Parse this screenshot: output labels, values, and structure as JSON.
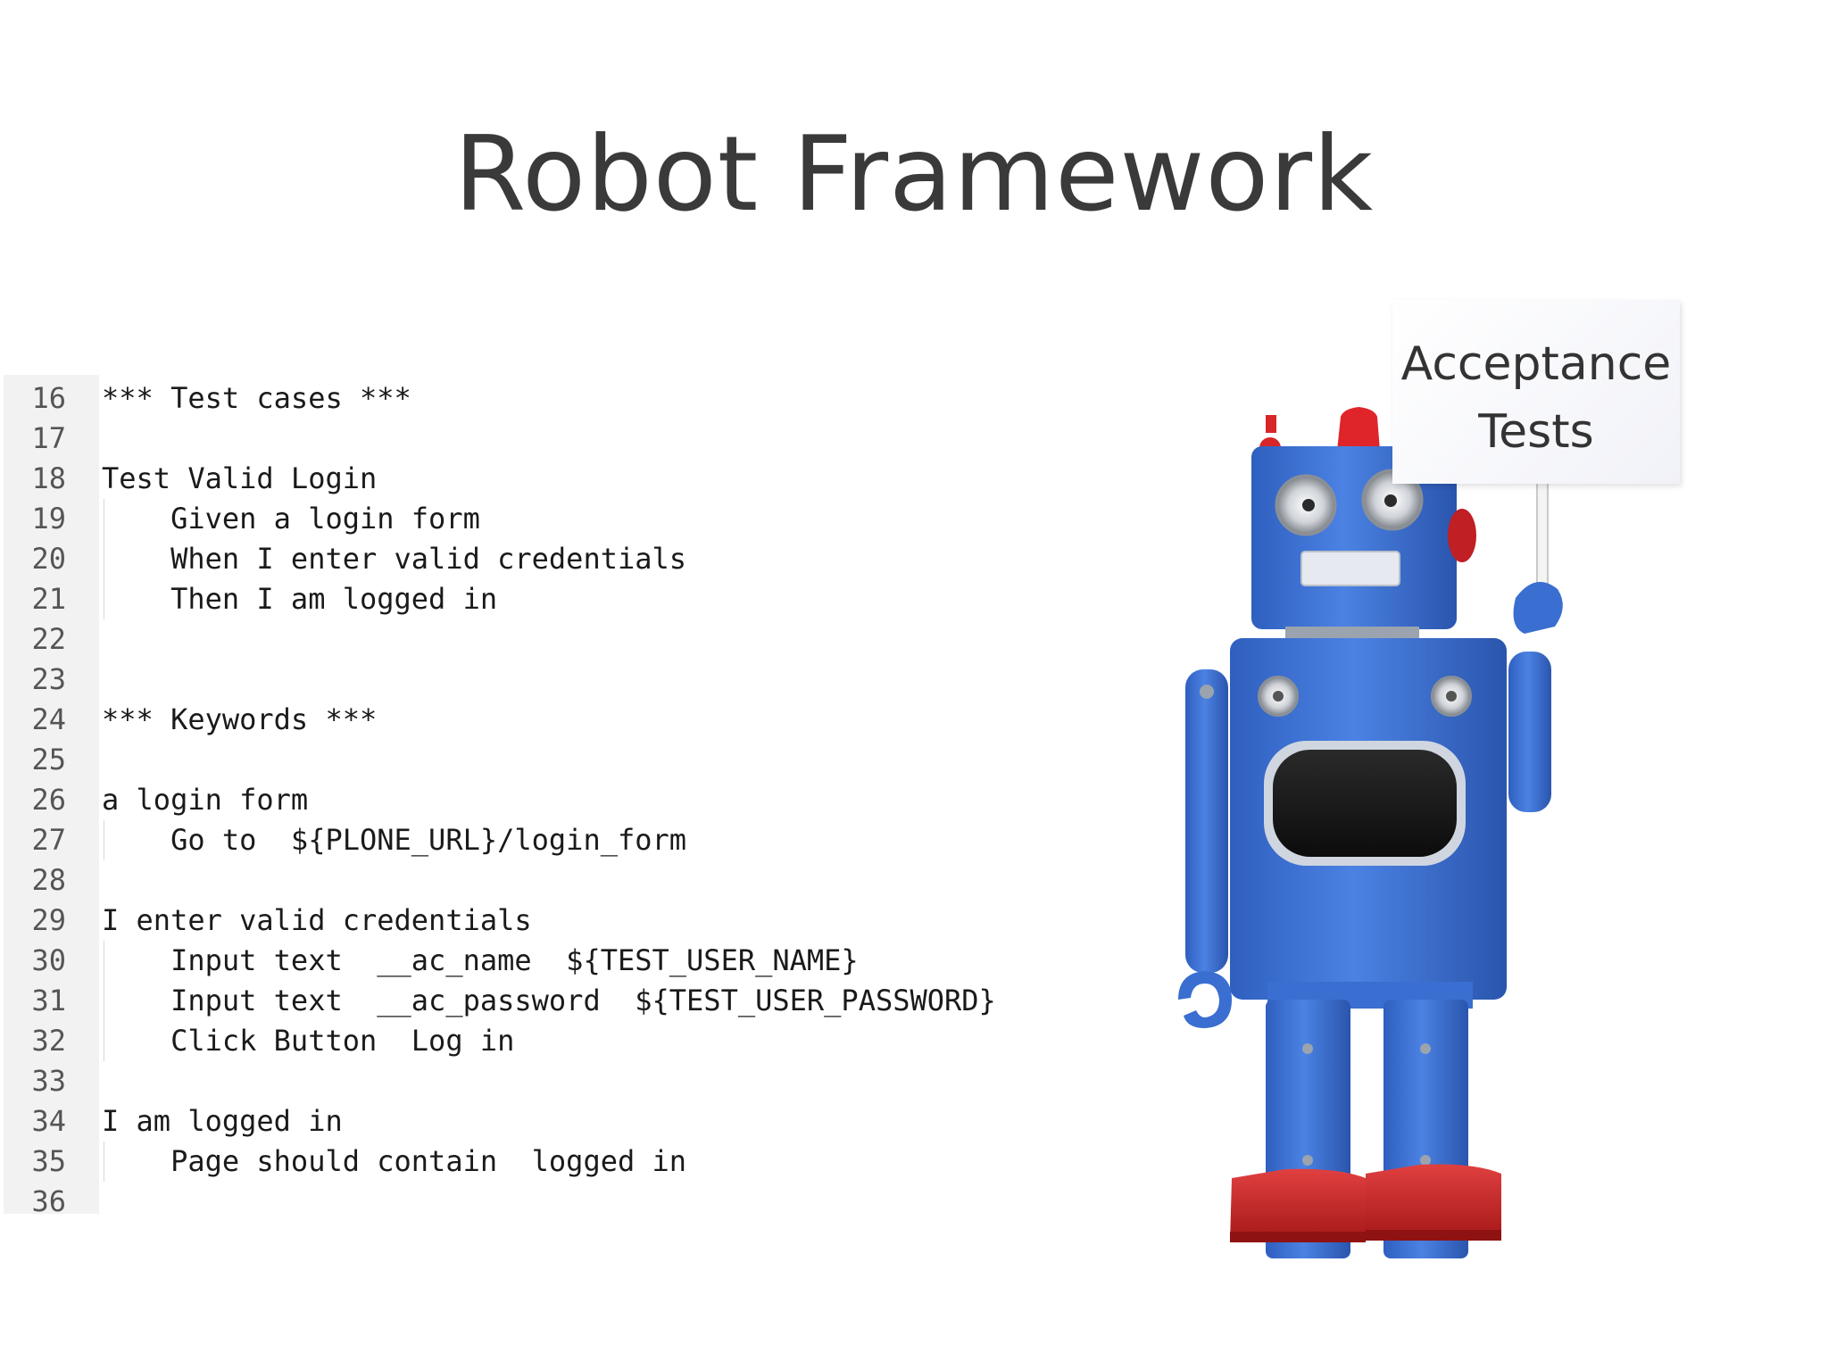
{
  "slide": {
    "title": "Robot Framework",
    "sign": {
      "line1": "Acceptance",
      "line2": "Tests"
    }
  },
  "code": {
    "lines": [
      {
        "n": "16",
        "text": "*** Test cases ***"
      },
      {
        "n": "17",
        "text": ""
      },
      {
        "n": "18",
        "text": "Test Valid Login"
      },
      {
        "n": "19",
        "text": "    Given a login form"
      },
      {
        "n": "20",
        "text": "    When I enter valid credentials"
      },
      {
        "n": "21",
        "text": "    Then I am logged in"
      },
      {
        "n": "22",
        "text": ""
      },
      {
        "n": "23",
        "text": ""
      },
      {
        "n": "24",
        "text": "*** Keywords ***"
      },
      {
        "n": "25",
        "text": ""
      },
      {
        "n": "26",
        "text": "a login form"
      },
      {
        "n": "27",
        "text": "    Go to  ${PLONE_URL}/login_form"
      },
      {
        "n": "28",
        "text": ""
      },
      {
        "n": "29",
        "text": "I enter valid credentials"
      },
      {
        "n": "30",
        "text": "    Input text  __ac_name  ${TEST_USER_NAME}"
      },
      {
        "n": "31",
        "text": "    Input text  __ac_password  ${TEST_USER_PASSWORD}"
      },
      {
        "n": "32",
        "text": "    Click Button  Log in"
      },
      {
        "n": "33",
        "text": ""
      },
      {
        "n": "34",
        "text": "I am logged in"
      },
      {
        "n": "35",
        "text": "    Page should contain  logged in"
      },
      {
        "n": "36",
        "text": ""
      }
    ]
  },
  "colors": {
    "robot_blue": "#3a6ed0",
    "robot_red": "#d42a2a",
    "gutter_bg": "#f2f2f2"
  }
}
